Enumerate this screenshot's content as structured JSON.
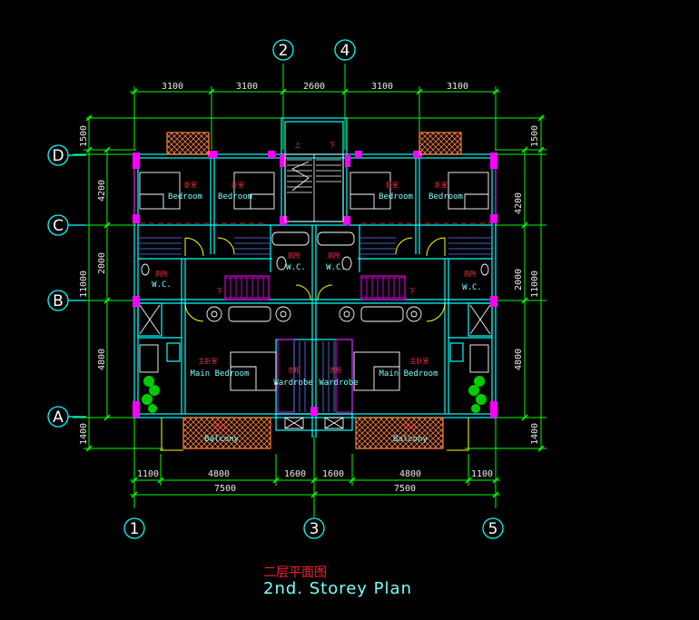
{
  "top_axes": [
    "2",
    "4"
  ],
  "bottom_axes": [
    "1",
    "3",
    "5"
  ],
  "side_axes": [
    "D",
    "C",
    "B",
    "A"
  ],
  "top_dims": [
    "3100",
    "3100",
    "2600",
    "3100",
    "3100"
  ],
  "side_dims_inner": [
    "1500",
    "4200",
    "2000",
    "4800",
    "1400"
  ],
  "side_total": "11000",
  "bottom_dims": [
    "1100",
    "4800",
    "1600",
    "1600",
    "4800",
    "1100"
  ],
  "bottom_total": [
    "7500",
    "7500"
  ],
  "rooms": {
    "bedroom_cn": "卧室",
    "bedroom_en": "Bedroom",
    "wc_cn": "厕所",
    "wc_en": "W.C.",
    "main_bedroom_cn": "主卧室",
    "main_bedroom_en": "Main Bedroom",
    "wardrobe_cn": "衣柜",
    "wardrobe_en": "Wardrobe",
    "balcony_cn": "阳台",
    "balcony_en": "Balcony",
    "stair_up": "上",
    "stair_down": "下"
  },
  "title_cn": "二层平面图",
  "title_en": "2nd. Storey Plan",
  "colors": {
    "wall": "#00ffff",
    "dimension": "#00ff00",
    "room_label": "#7fffff",
    "room_label_cn": "#ff3344",
    "hatch": "#ff8040",
    "furniture": "#ffffff",
    "window": "#ff00ff",
    "door": "#ffff00"
  }
}
